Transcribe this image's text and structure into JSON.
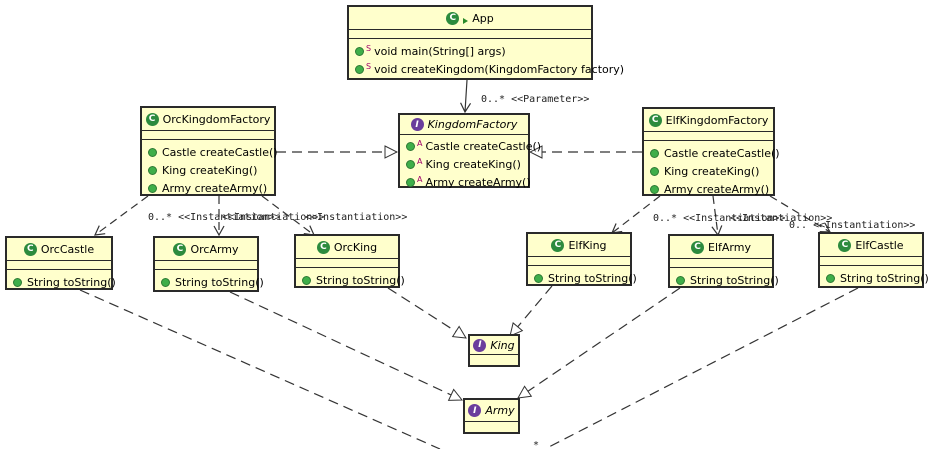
{
  "classes": {
    "app": {
      "name": "App",
      "ops": [
        {
          "mod": "S",
          "text": "void main(String[] args)"
        },
        {
          "mod": "S",
          "text": "void createKingdom(KingdomFactory factory)"
        }
      ]
    },
    "kingdomFactory": {
      "name": "KingdomFactory",
      "ops": [
        {
          "mod": "A",
          "text": "Castle createCastle()"
        },
        {
          "mod": "A",
          "text": "King createKing()"
        },
        {
          "mod": "A",
          "text": "Army createArmy()"
        }
      ]
    },
    "orcKingdomFactory": {
      "name": "OrcKingdomFactory",
      "ops": [
        {
          "text": "Castle createCastle()"
        },
        {
          "text": "King createKing()"
        },
        {
          "text": "Army createArmy()"
        }
      ]
    },
    "elfKingdomFactory": {
      "name": "ElfKingdomFactory",
      "ops": [
        {
          "text": "Castle createCastle()"
        },
        {
          "text": "King createKing()"
        },
        {
          "text": "Army createArmy()"
        }
      ]
    },
    "orcCastle": {
      "name": "OrcCastle",
      "ops": [
        {
          "text": "String toString()"
        }
      ]
    },
    "orcArmy": {
      "name": "OrcArmy",
      "ops": [
        {
          "text": "String toString()"
        }
      ]
    },
    "orcKing": {
      "name": "OrcKing",
      "ops": [
        {
          "text": "String toString()"
        }
      ]
    },
    "elfKing": {
      "name": "ElfKing",
      "ops": [
        {
          "text": "String toString()"
        }
      ]
    },
    "elfArmy": {
      "name": "ElfArmy",
      "ops": [
        {
          "text": "String toString()"
        }
      ]
    },
    "elfCastle": {
      "name": "ElfCastle",
      "ops": [
        {
          "text": "String toString()"
        }
      ]
    },
    "king": {
      "name": "King"
    },
    "army": {
      "name": "Army"
    }
  },
  "labels": {
    "parameter": "0..* <<Parameter>>",
    "orcInstA": "0..* <<Instantiation>>",
    "orcInstB": "<<Instantiation>>",
    "orcInstC": "<<Instantiation>>",
    "elfInstA": "0..* <<Instantiation>>",
    "elfInstB": "<<Instantiation>>",
    "elfInstC": "0.. <<Instantiation>>",
    "bottomStar": "*"
  }
}
